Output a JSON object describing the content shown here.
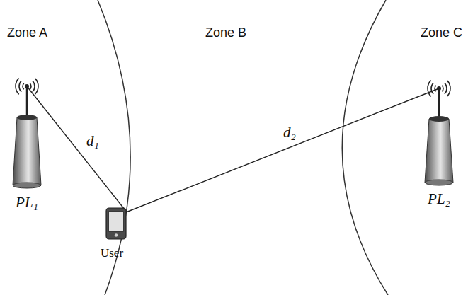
{
  "diagram": {
    "nodes": [
      {
        "text": [
          "PL₁"
        ]
      },
      {
        "text": [
          "User"
        ]
      },
      {
        "text": [
          "PL₂"
        ]
      }
    ],
    "edges": [
      {
        "from": 0,
        "to": 1,
        "arrow": "none",
        "label": "d₁"
      },
      {
        "from": 1,
        "to": 2,
        "arrow": "none",
        "label": "d₂"
      }
    ],
    "labels": [
      "Zone A",
      "Zone B",
      "Zone C"
    ]
  }
}
